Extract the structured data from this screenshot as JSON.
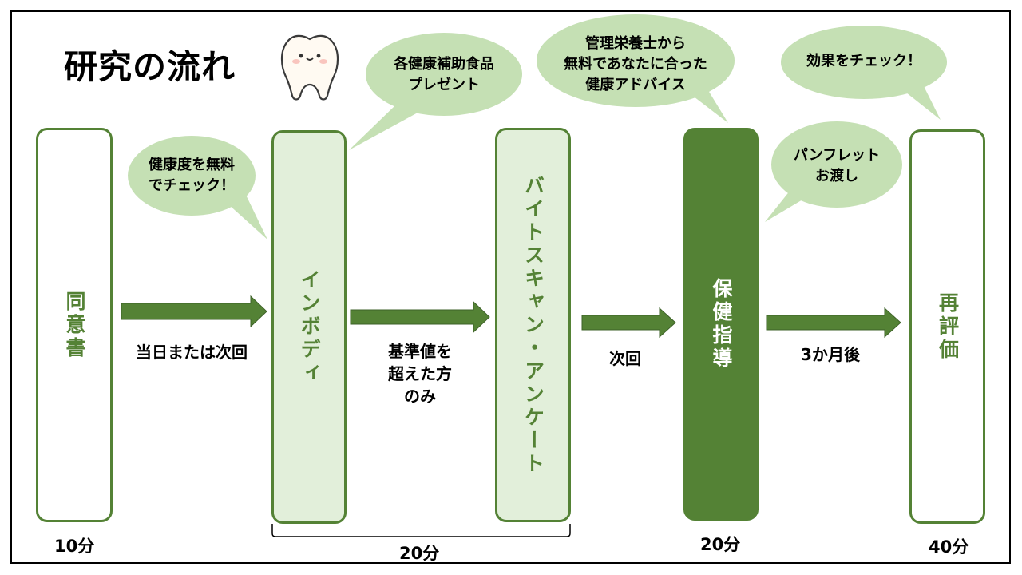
{
  "title": "研究の流れ",
  "steps": [
    {
      "label": "同意書",
      "time": "10分"
    },
    {
      "label": "インボディ"
    },
    {
      "label": "バイトスキャン・アンケート"
    },
    {
      "label": "保健指導",
      "time": "20分"
    },
    {
      "label": "再評価",
      "time": "40分"
    }
  ],
  "group_time": "20分",
  "arrows": [
    {
      "label": "当日または次回"
    },
    {
      "label_lines": [
        "基準値を",
        "超えた方",
        "のみ"
      ]
    },
    {
      "label": "次回"
    },
    {
      "label": "3か月後"
    }
  ],
  "bubbles": [
    {
      "lines": [
        "健康度を無料",
        "でチェック！"
      ]
    },
    {
      "lines": [
        "各健康補助食品",
        "プレゼント"
      ]
    },
    {
      "lines": [
        "管理栄養士から",
        "無料であなたに合った",
        "健康アドバイス"
      ]
    },
    {
      "lines": [
        "パンフレット",
        "お渡し"
      ]
    },
    {
      "lines": [
        "効果をチェック！"
      ]
    }
  ],
  "colors": {
    "dark_green": "#548235",
    "light_green": "#e2efda",
    "bubble_green": "#c5e0b4"
  }
}
